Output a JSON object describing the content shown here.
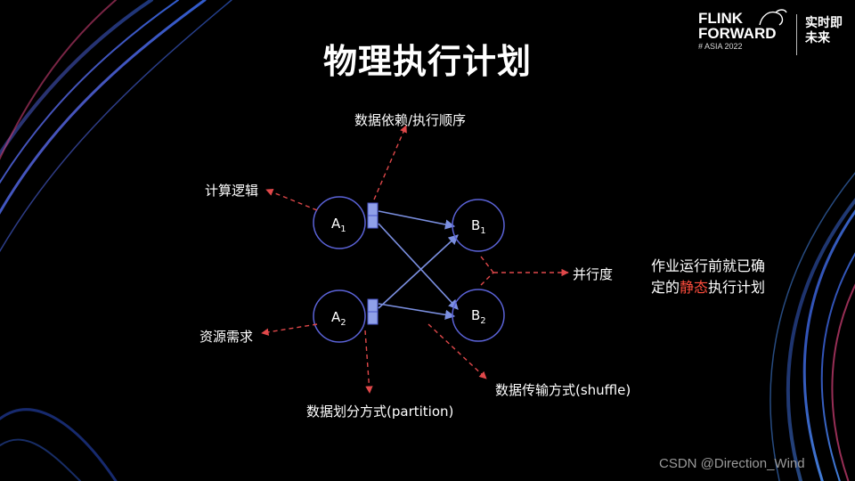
{
  "title": "物理执行计划",
  "logo": {
    "line1": "FLINK",
    "line2": "FORWARD",
    "sub": "# ASIA 2022",
    "badge": "",
    "cn_line1": "实时即",
    "cn_line2": "未来"
  },
  "nodes": [
    {
      "id": "A1",
      "letter": "A",
      "sub": "1"
    },
    {
      "id": "A2",
      "letter": "A",
      "sub": "2"
    },
    {
      "id": "B1",
      "letter": "B",
      "sub": "1"
    },
    {
      "id": "B2",
      "letter": "B",
      "sub": "2"
    }
  ],
  "labels": {
    "dependency": "数据依赖/执行顺序",
    "compute_logic": "计算逻辑",
    "resource": "资源需求",
    "parallelism": "并行度",
    "shuffle": "数据传输方式(shuffle)",
    "partition": "数据划分方式(partition)"
  },
  "note": {
    "line1": "作业运行前就已确",
    "line2_pre": "定的",
    "line2_hl": "静态",
    "line2_post": "执行计划"
  },
  "colors": {
    "node_stroke": "#5b63d8",
    "edge": "#7b8fe0",
    "partition_fill": "#8fa0e8",
    "dashed": "#e0484a",
    "highlight": "#ff4d3d"
  },
  "watermark": "CSDN @Direction_Wind"
}
